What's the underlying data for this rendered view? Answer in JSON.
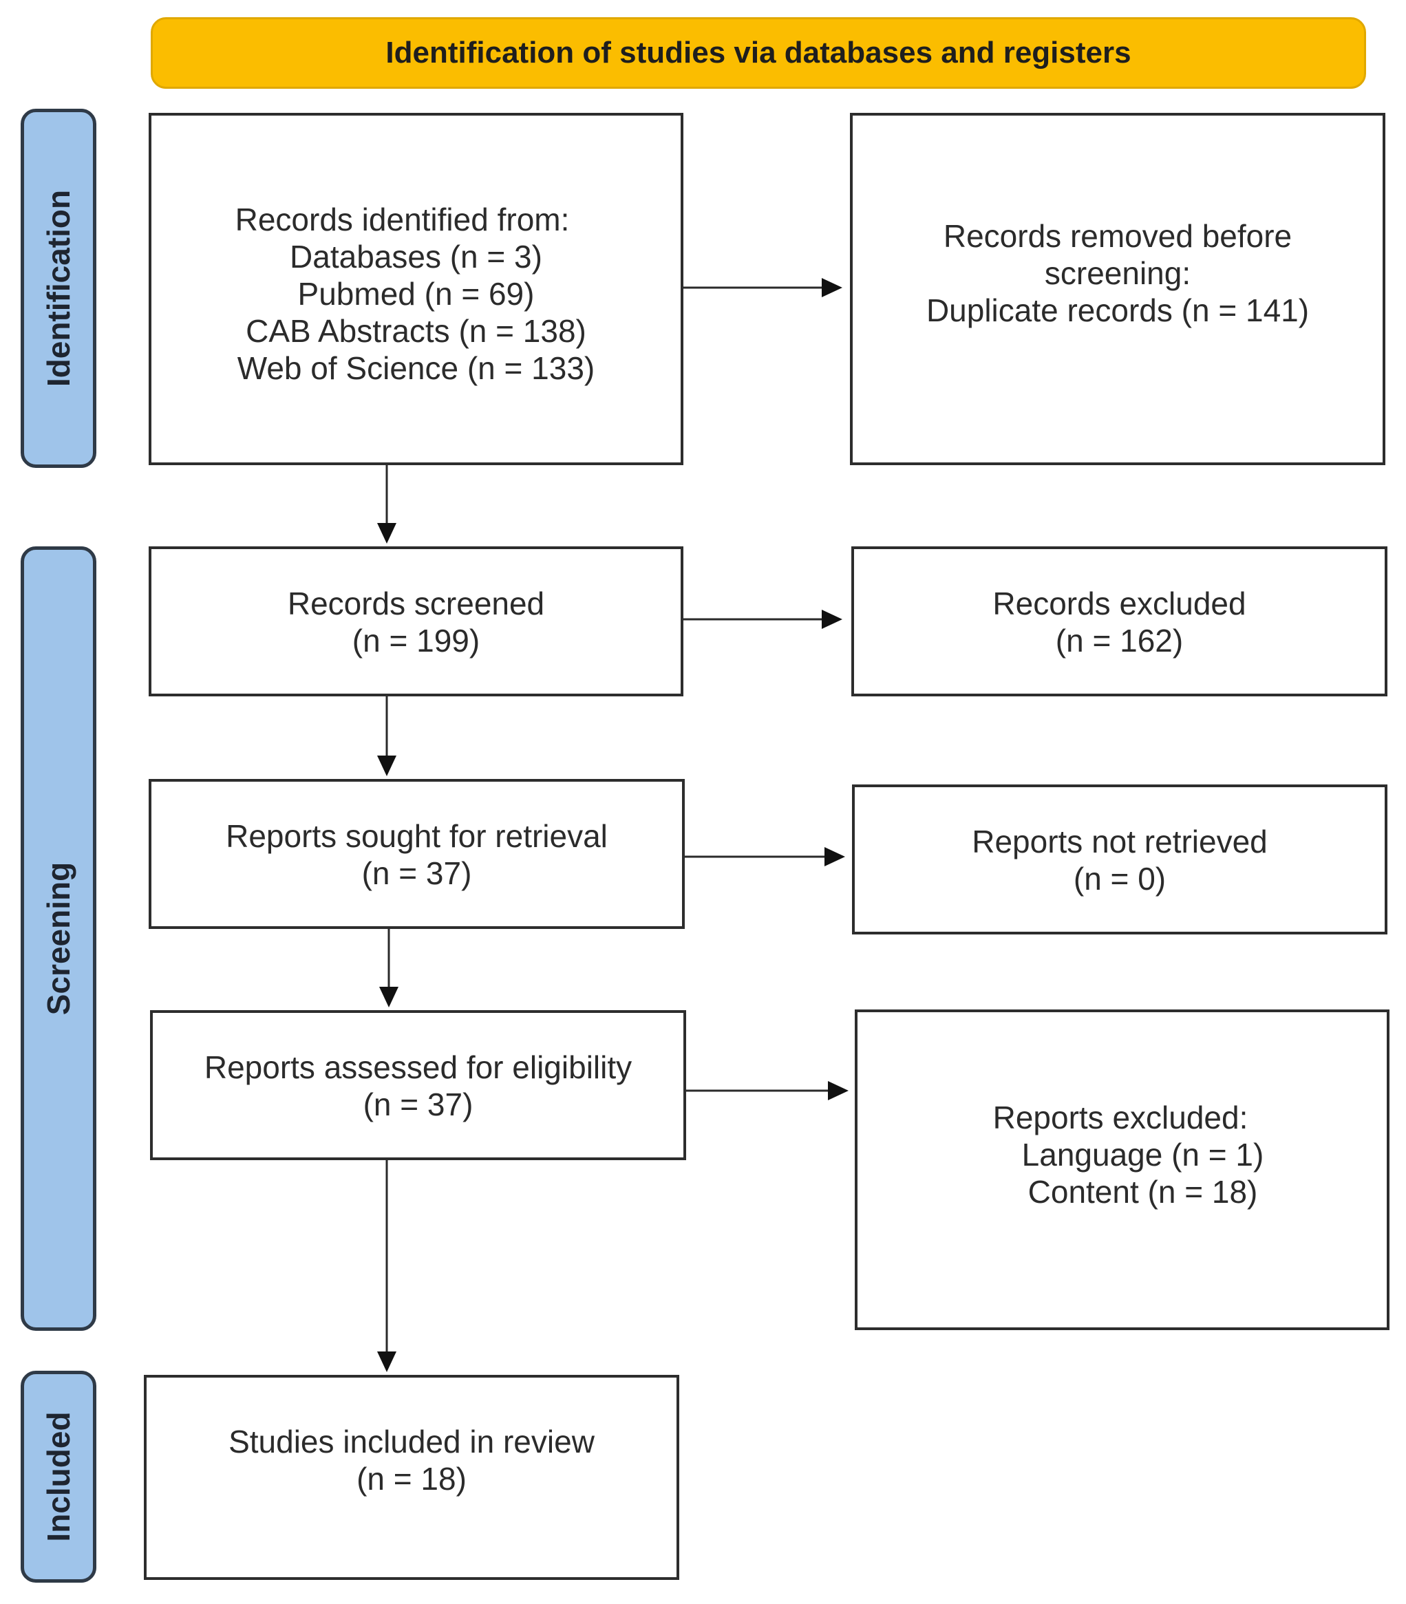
{
  "header": {
    "title": "Identification of studies via databases and registers"
  },
  "phases": {
    "identification": "Identification",
    "screening": "Screening",
    "included": "Included"
  },
  "boxes": {
    "records_identified": {
      "lines": [
        "Records identified from:",
        "Databases (n = 3)",
        "Pubmed (n = 69)",
        "CAB Abstracts (n = 138)",
        "Web of Science (n = 133)"
      ]
    },
    "records_removed": {
      "lines": [
        "Records removed before",
        "screening:",
        "Duplicate records (n = 141)"
      ]
    },
    "records_screened": {
      "lines": [
        "Records screened",
        "(n = 199)"
      ]
    },
    "records_excluded": {
      "lines": [
        "Records excluded",
        "(n = 162)"
      ]
    },
    "reports_sought": {
      "lines": [
        "Reports sought for retrieval",
        "(n = 37)"
      ]
    },
    "reports_not_retrieved": {
      "lines": [
        "Reports not retrieved",
        "(n = 0)"
      ]
    },
    "reports_assessed": {
      "lines": [
        "Reports assessed for eligibility",
        "(n = 37)"
      ]
    },
    "reports_excluded": {
      "lines": [
        "Reports excluded:",
        "Language (n = 1)",
        "Content (n = 18)"
      ]
    },
    "studies_included": {
      "lines": [
        "Studies included in review",
        "(n = 18)"
      ]
    }
  }
}
